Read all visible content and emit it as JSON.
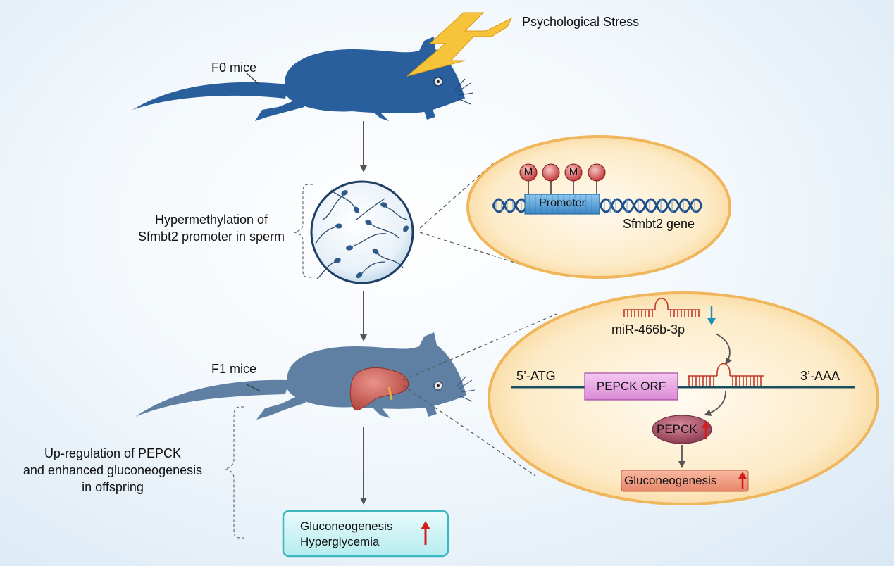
{
  "stress_label": "Psychological Stress",
  "f0_label": "F0 mice",
  "f1_label": "F1 mice",
  "sperm_label": {
    "line1": "Hypermethylation of",
    "line2": "Sfmbt2 promoter in sperm"
  },
  "promoter_detail": {
    "methyl_labels": [
      "M",
      "",
      "M",
      ""
    ],
    "promoter_label": "Promoter",
    "gene_label": "Sfmbt2 gene"
  },
  "pepck_detail": {
    "mirna_label": "miR-466b-3p",
    "five_prime": "5’-ATG",
    "three_prime": "3’-AAA",
    "orf_label": "PEPCK ORF",
    "protein_label": "PEPCK",
    "process_label": "Gluconeogenesis"
  },
  "offspring_label": {
    "line1": "Up-regulation of PEPCK",
    "line2": "and enhanced gluconeogenesis",
    "line3": "in offspring"
  },
  "outcome_box": {
    "line1": "Gluconeogenesis",
    "line2": "Hyperglycemia"
  },
  "colors": {
    "f0_mouse": "#2a5f9e",
    "f1_mouse": "#5f7fa3",
    "liver": "#c85a55",
    "ellipse_fill": "#fde7c0",
    "ellipse_stroke": "#f0b65c",
    "orf_box": "#e9a8e6",
    "promoter_box": "#5fa6d8",
    "up_arrow": "#d21e1e",
    "down_arrow": "#1a8fb8",
    "mirna": "#c0392b"
  }
}
